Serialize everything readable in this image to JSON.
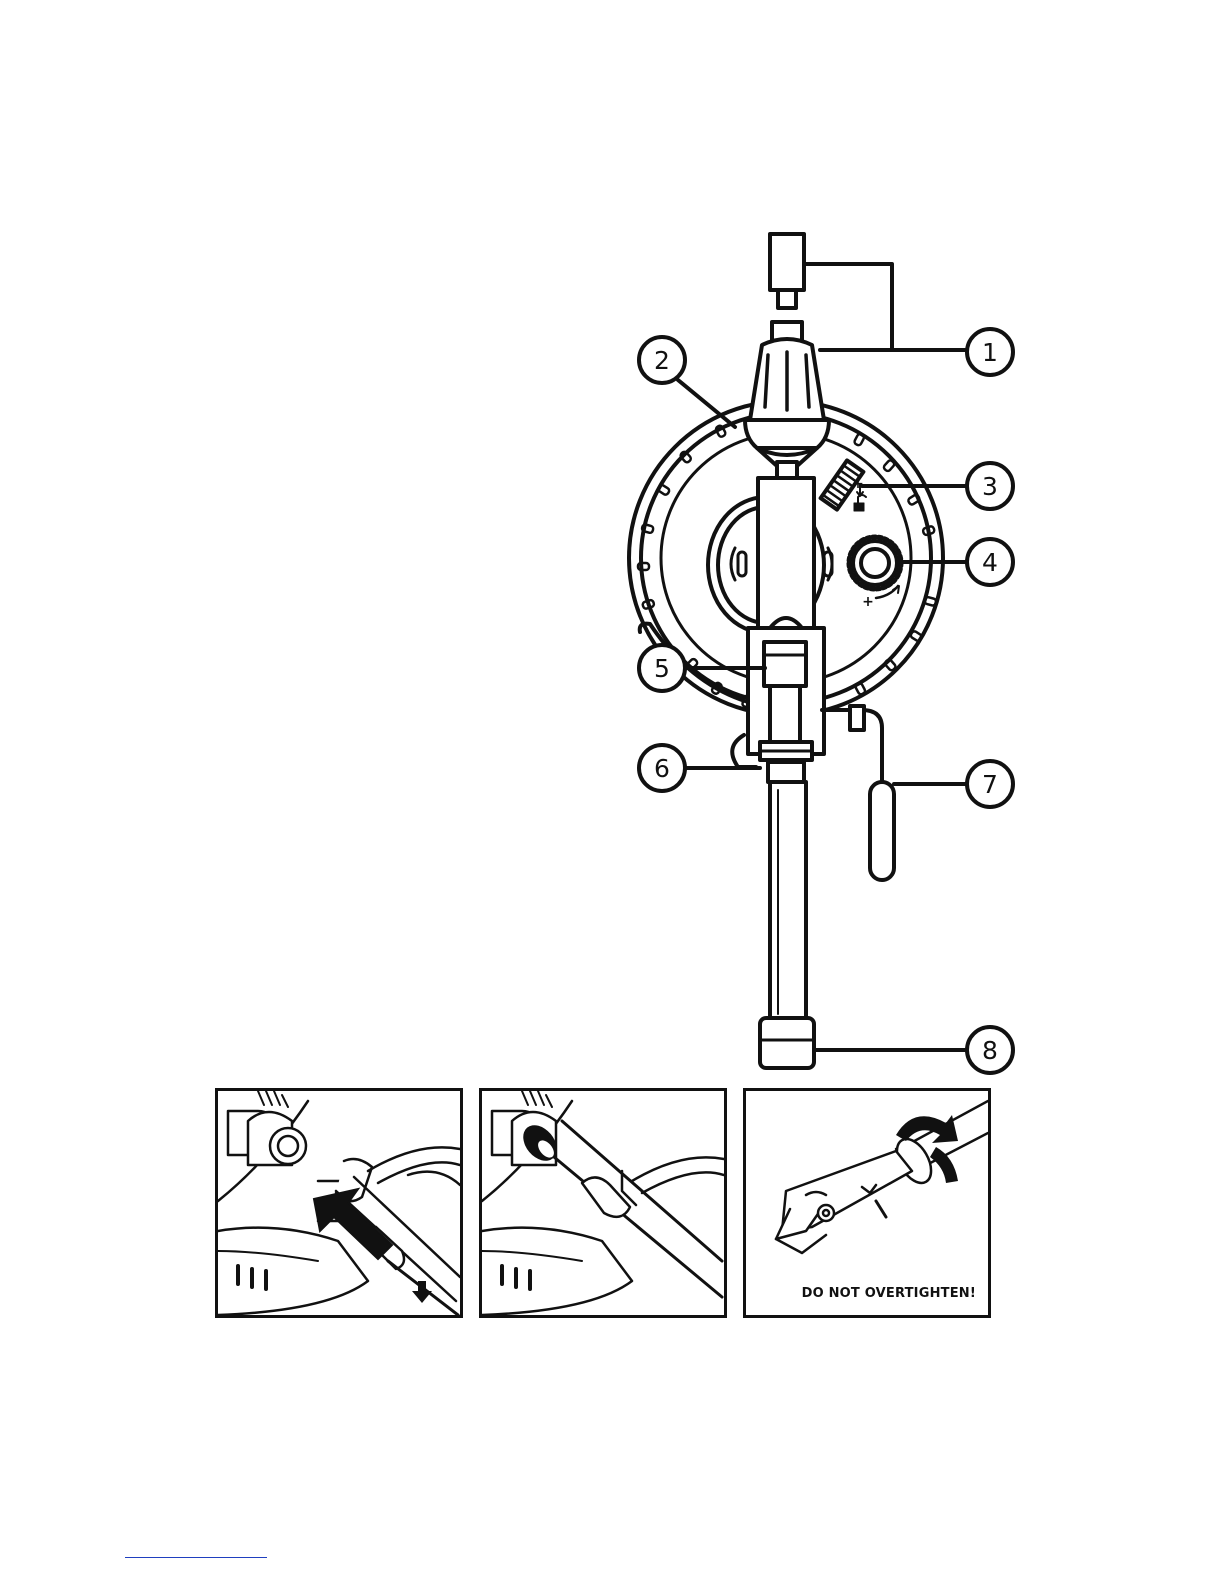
{
  "callouts": [
    {
      "id": "1",
      "label": "1"
    },
    {
      "id": "2",
      "label": "2"
    },
    {
      "id": "3",
      "label": "3"
    },
    {
      "id": "4",
      "label": "4"
    },
    {
      "id": "5",
      "label": "5"
    },
    {
      "id": "6",
      "label": "6"
    },
    {
      "id": "7",
      "label": "7"
    },
    {
      "id": "8",
      "label": "8"
    }
  ],
  "dial_symbols": {
    "plus": "+",
    "minus": "-"
  },
  "panels": [
    {
      "caption": ""
    },
    {
      "caption": ""
    },
    {
      "caption": "DO NOT OVERTIGHTEN!"
    }
  ],
  "colors": {
    "line": "#111111",
    "footer_rule": "#1f3fbf"
  }
}
